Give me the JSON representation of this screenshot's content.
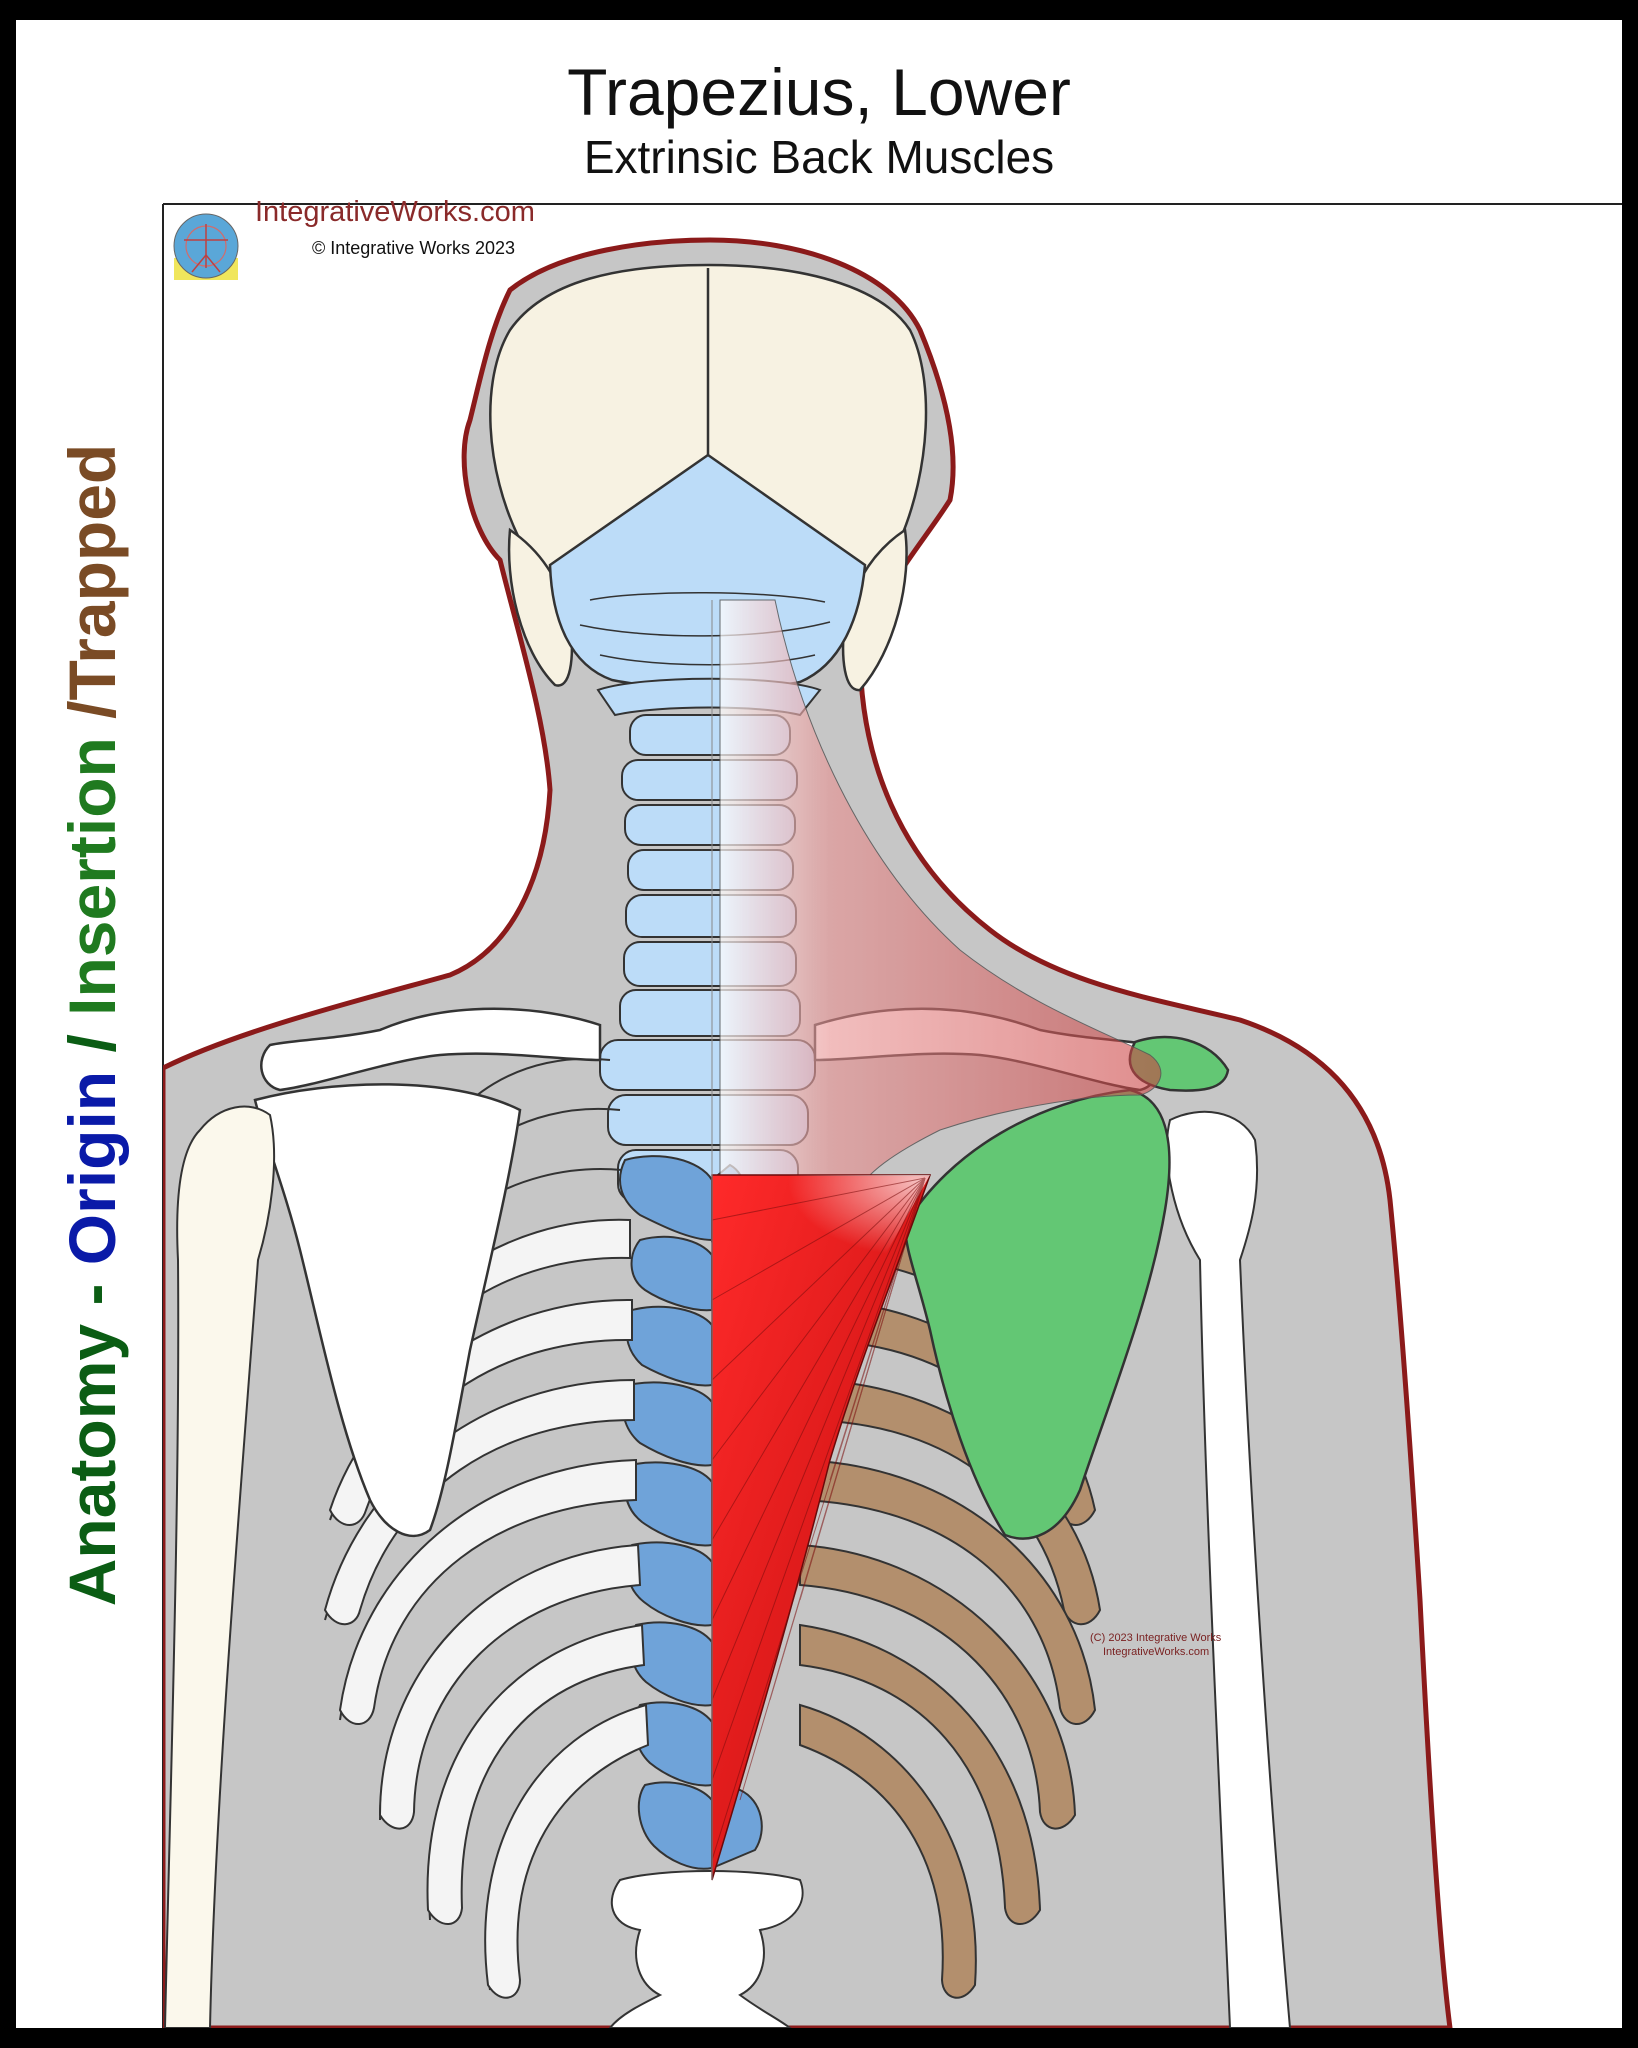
{
  "header": {
    "title": "Trapezius, Lower",
    "subtitle": "Extrinsic Back Muscles"
  },
  "sidebar": {
    "parts": [
      {
        "text": "Anatomy - ",
        "color": "#0b5d14"
      },
      {
        "text": "Origin",
        "color": "#0a1aa8"
      },
      {
        "text": " / ",
        "color": "#0b5d14"
      },
      {
        "text": "Insertion",
        "color": "#1f7a1f"
      },
      {
        "text": " /Trapped",
        "color": "#7a4b25"
      }
    ]
  },
  "branding": {
    "site": "IntegrativeWorks.com",
    "copyright": "© Integrative Works 2023",
    "watermark_line1": "(C) 2023 Integrative Works",
    "watermark_line2": "IntegrativeWorks.com"
  },
  "colors": {
    "origin": "#6fa3d9",
    "insertion": "#63c774",
    "trapped": "#b38f6d",
    "muscle": "#e02020",
    "body": "#c6c6c6",
    "outline": "#8b1a1a",
    "bone": "#fbf8ec",
    "cervical": "#bcdcf8"
  }
}
